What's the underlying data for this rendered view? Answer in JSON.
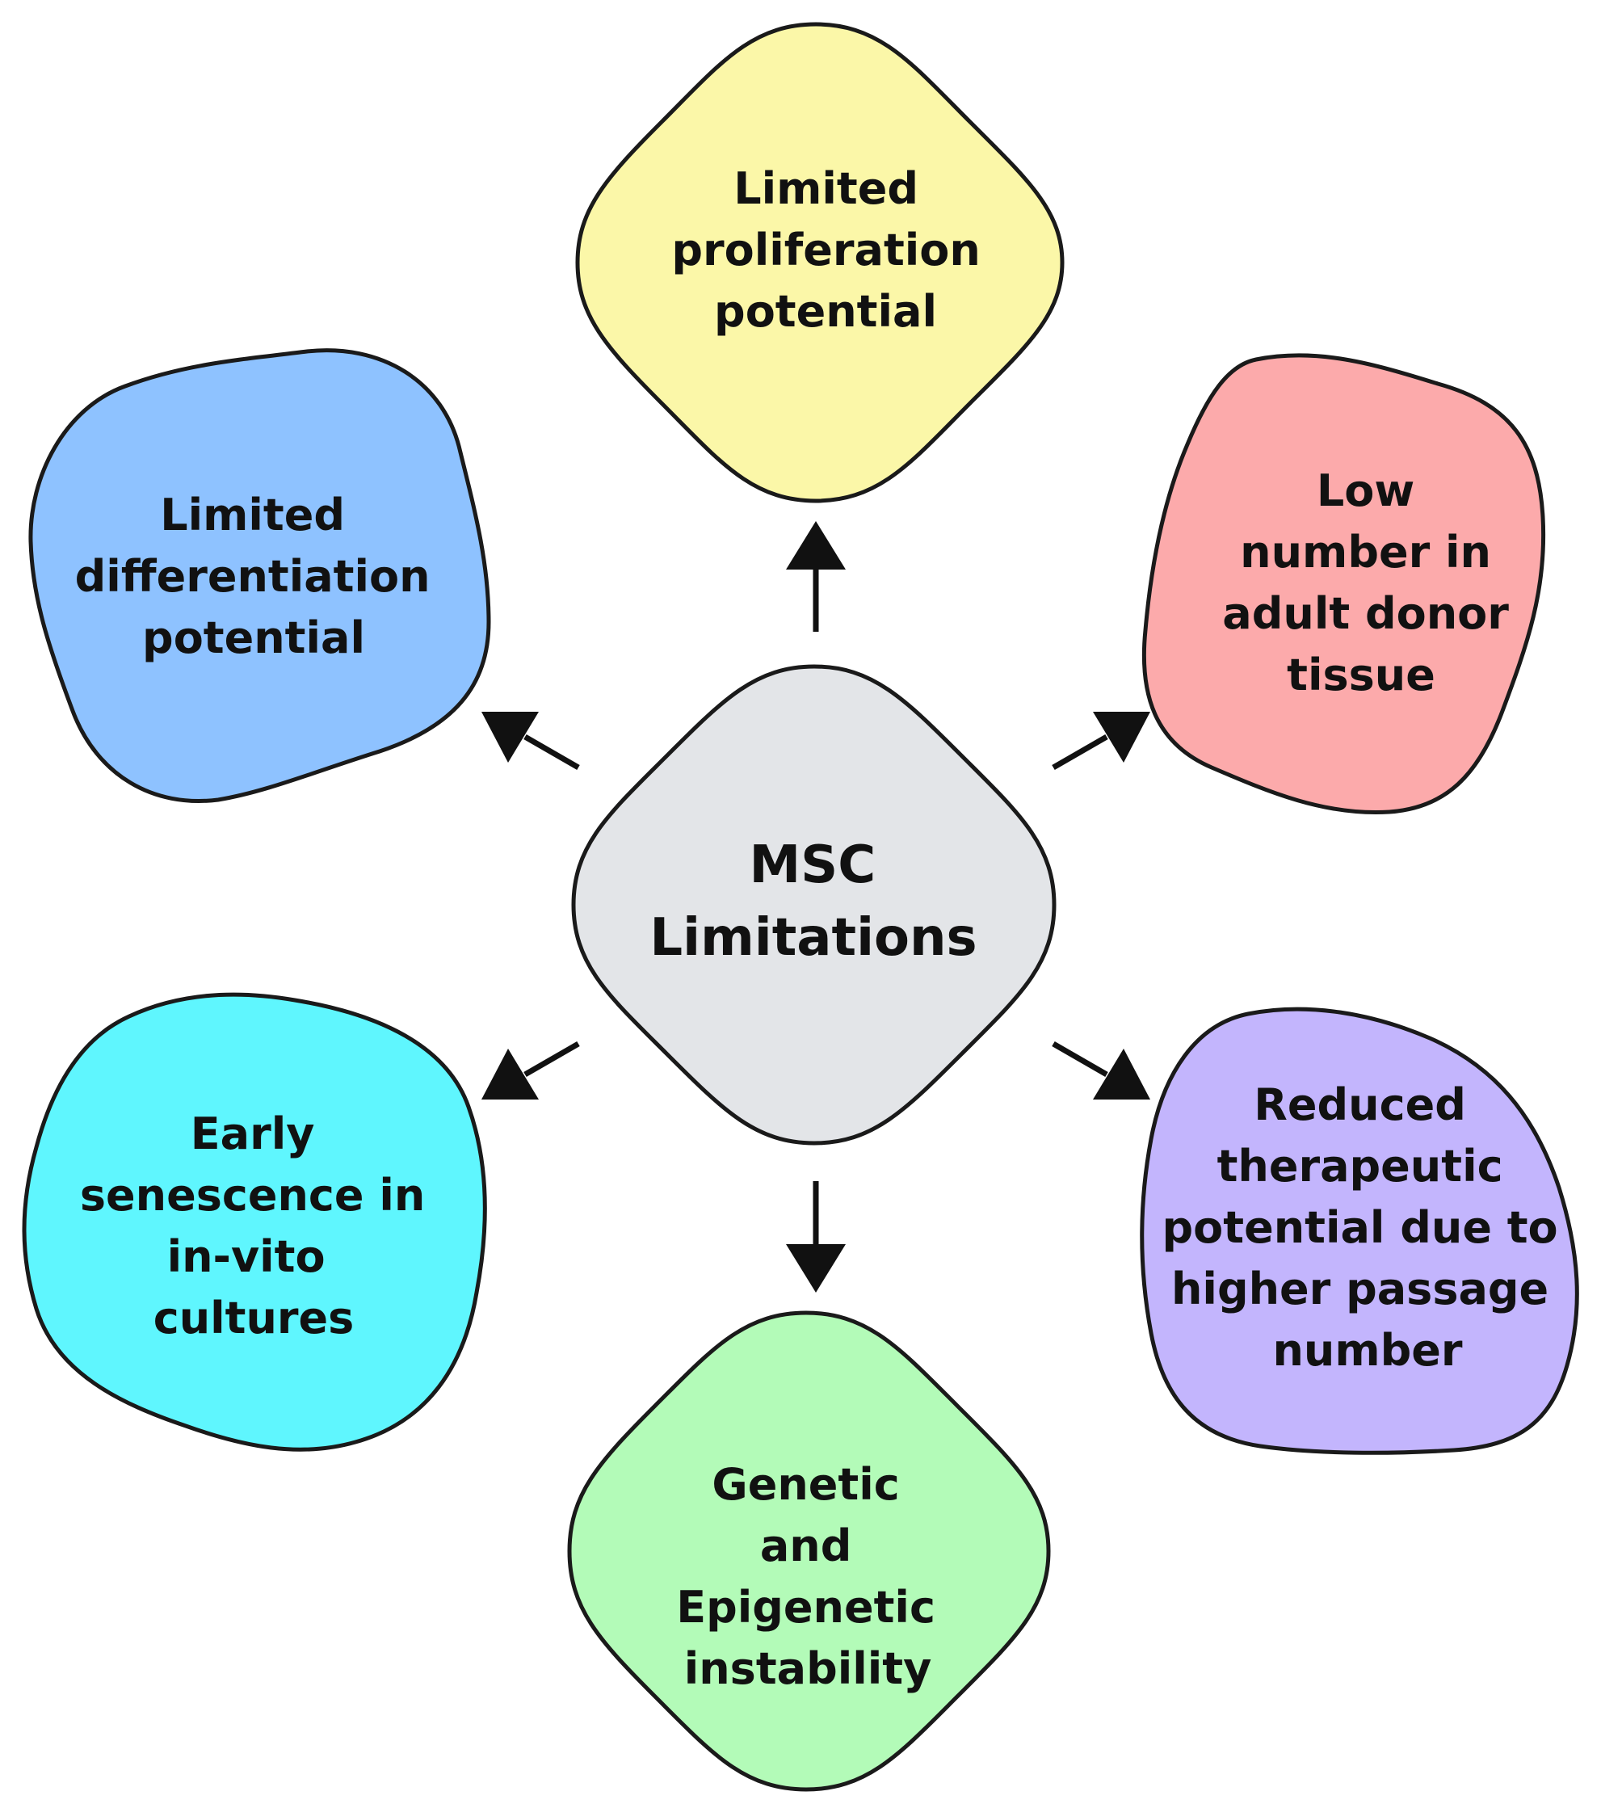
{
  "center": {
    "lines": [
      "MSC",
      "Limitations"
    ],
    "color": "#e3e5e8"
  },
  "nodes": {
    "top": {
      "lines": [
        "Limited",
        "proliferation",
        "potential"
      ],
      "color": "#fbf7a8"
    },
    "top_left": {
      "lines": [
        "Limited",
        "differentiation",
        "potential"
      ],
      "color": "#8ec2ff"
    },
    "top_right": {
      "lines": [
        "Low",
        "number in",
        "adult donor",
        "tissue"
      ],
      "color": "#fcaaab"
    },
    "bottom_left": {
      "lines": [
        "Early",
        "senescence in",
        "in-vito",
        "cultures"
      ],
      "color": "#5ff6fe"
    },
    "bottom_right": {
      "lines": [
        "Reduced",
        "therapeutic",
        "potential due to",
        "higher passage",
        "number"
      ],
      "color": "#c3b5fd"
    },
    "bottom": {
      "lines": [
        "Genetic",
        "and",
        "Epigenetic",
        "instability"
      ],
      "color": "#b3fbb8"
    }
  }
}
